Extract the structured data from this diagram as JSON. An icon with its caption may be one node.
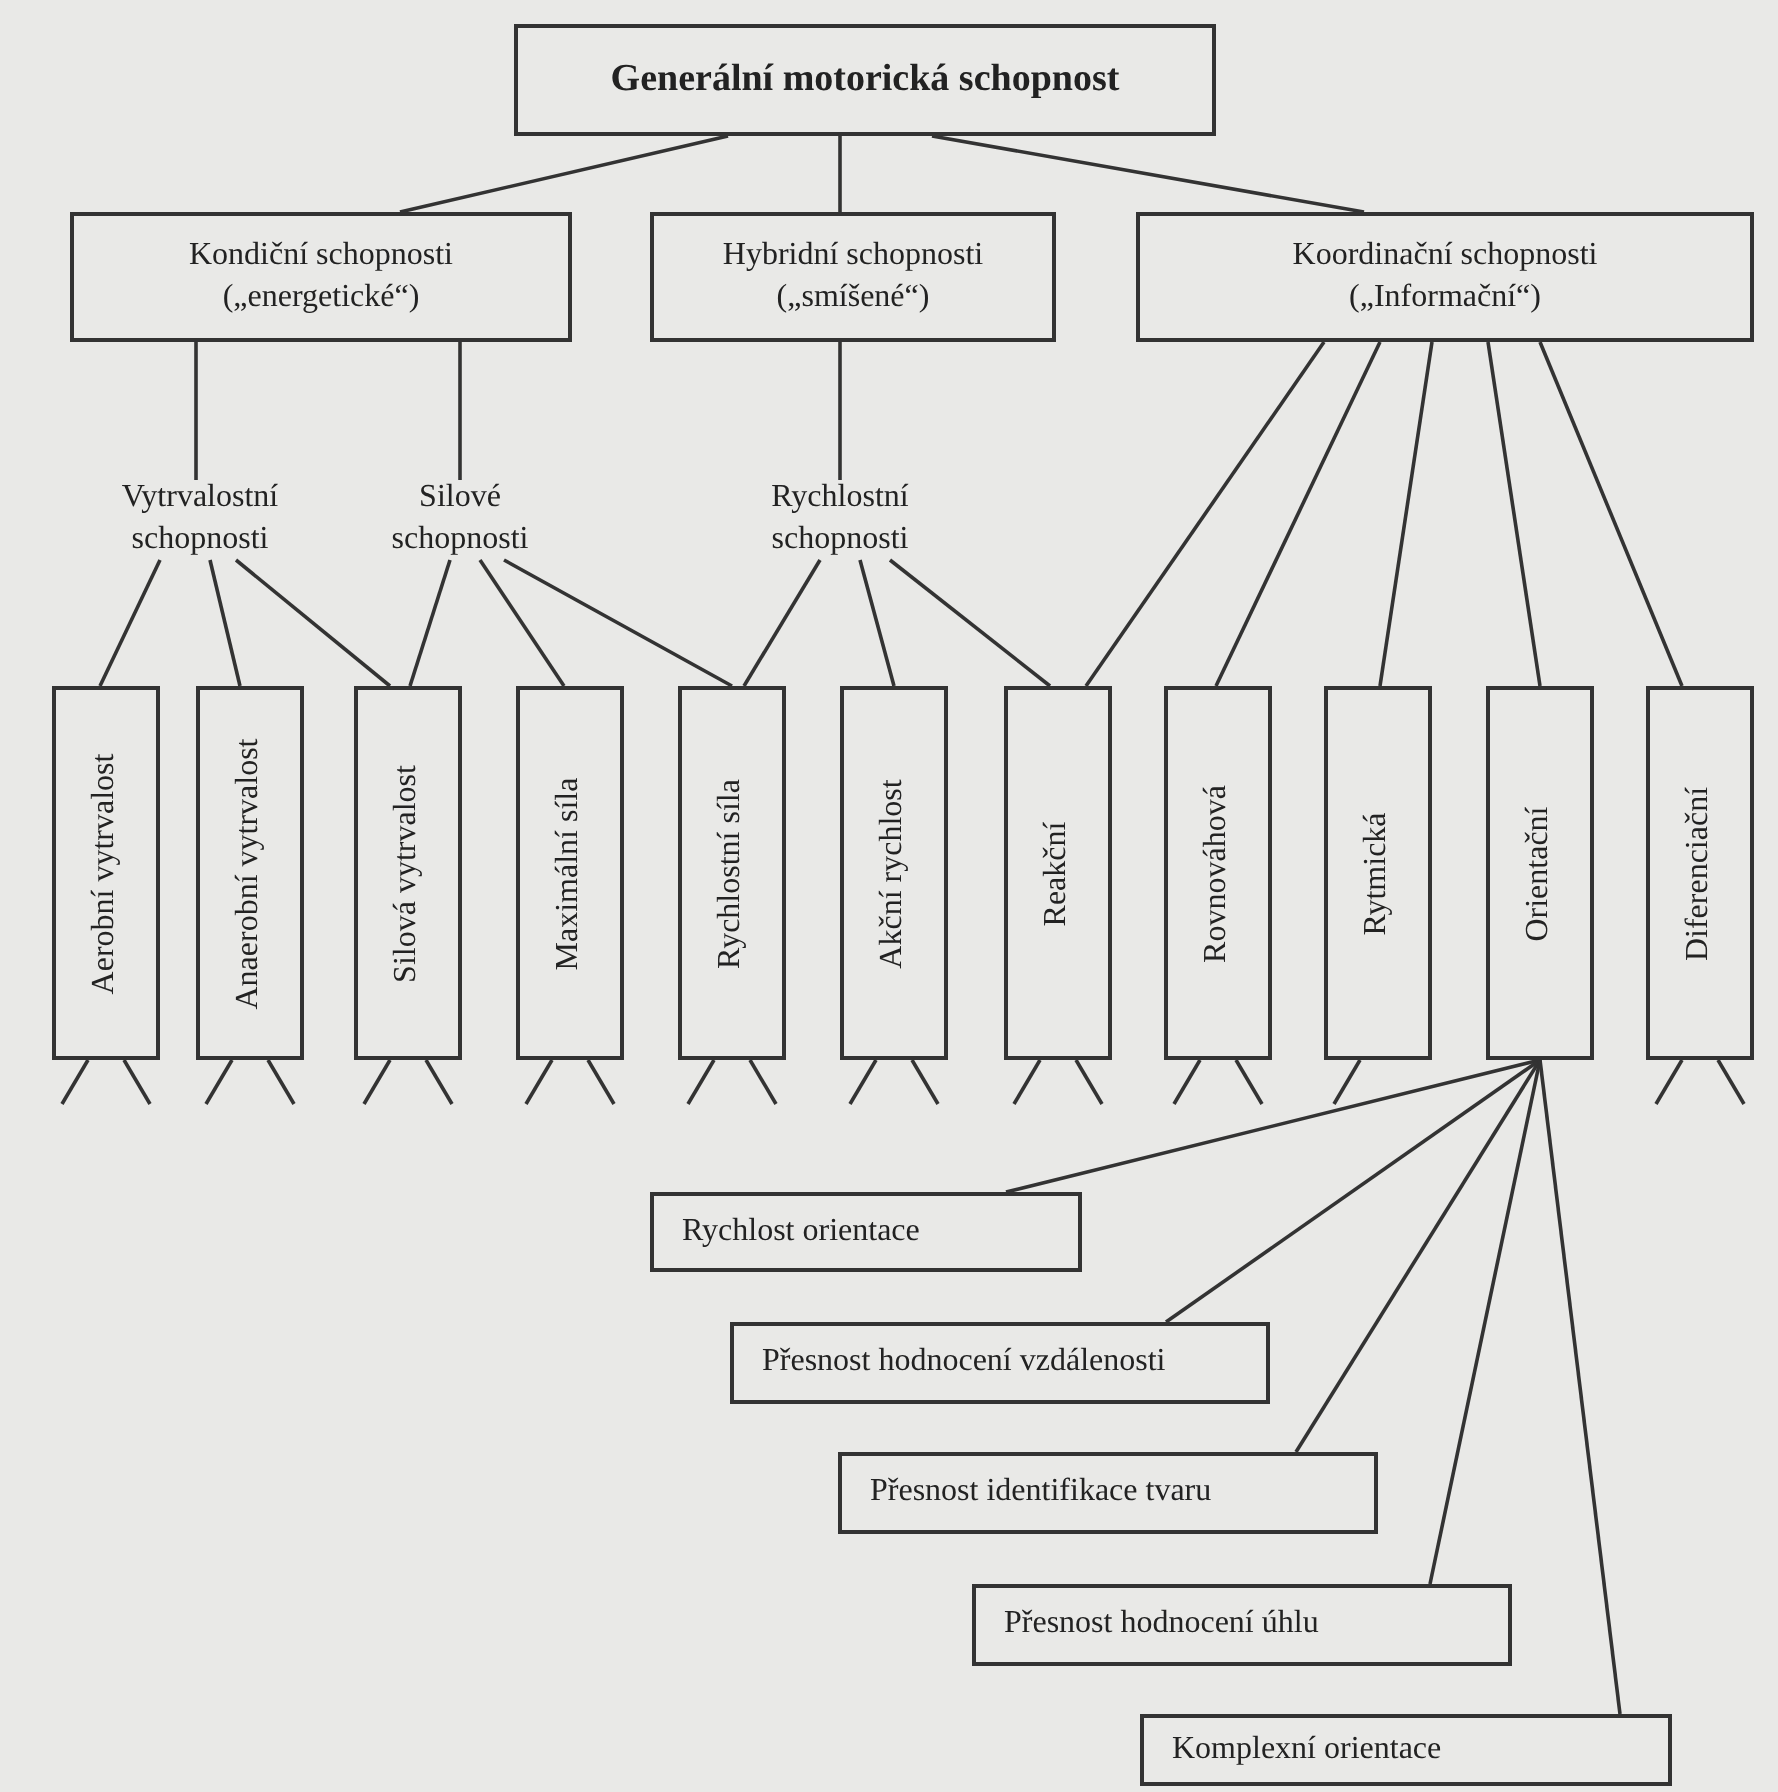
{
  "diagram": {
    "nodes": [
      {
        "text": [
          "Generální motorická schopnost"
        ]
      },
      {
        "text": [
          "Kondiční schopnosti",
          "(„energetické“)"
        ]
      },
      {
        "text": [
          "Hybridní schopnosti",
          "(„smíšené“)"
        ]
      },
      {
        "text": [
          "Koordinační schopnosti",
          "(„Informační“)"
        ]
      },
      {
        "text": [
          "Vytrvalostní schopnosti"
        ]
      },
      {
        "text": [
          "Silové schopnosti"
        ]
      },
      {
        "text": [
          "Rychlostní schopnosti"
        ]
      },
      {
        "text": [
          "Aerobní vytrvalost"
        ]
      },
      {
        "text": [
          "Anaerobní vytrvalost"
        ]
      },
      {
        "text": [
          "Silová vytrvalost"
        ]
      },
      {
        "text": [
          "Maximální síla"
        ]
      },
      {
        "text": [
          "Rychlostní síla"
        ]
      },
      {
        "text": [
          "Akční rychlost"
        ]
      },
      {
        "text": [
          "Reakční"
        ]
      },
      {
        "text": [
          "Rovnováhová"
        ]
      },
      {
        "text": [
          "Rytmická"
        ]
      },
      {
        "text": [
          "Orientační"
        ]
      },
      {
        "text": [
          "Diferenciační"
        ]
      },
      {
        "text": [
          "Rychlost orientace"
        ]
      },
      {
        "text": [
          "Přesnost hodnocení vzdálenosti"
        ]
      },
      {
        "text": [
          "Přesnost identifikace tvaru"
        ]
      },
      {
        "text": [
          "Přesnost hodnocení úhlu"
        ]
      },
      {
        "text": [
          "Komplexní orientace"
        ]
      }
    ],
    "edges": [
      {
        "from": 0,
        "to": 1,
        "arrow": "none"
      },
      {
        "from": 0,
        "to": 2,
        "arrow": "none"
      },
      {
        "from": 0,
        "to": 3,
        "arrow": "none"
      },
      {
        "from": 1,
        "to": 4,
        "arrow": "none"
      },
      {
        "from": 1,
        "to": 5,
        "arrow": "none"
      },
      {
        "from": 2,
        "to": 6,
        "arrow": "none"
      },
      {
        "from": 3,
        "to": 13,
        "arrow": "none"
      },
      {
        "from": 3,
        "to": 14,
        "arrow": "none"
      },
      {
        "from": 3,
        "to": 15,
        "arrow": "none"
      },
      {
        "from": 3,
        "to": 16,
        "arrow": "none"
      },
      {
        "from": 3,
        "to": 17,
        "arrow": "none"
      },
      {
        "from": 4,
        "to": 7,
        "arrow": "none"
      },
      {
        "from": 4,
        "to": 8,
        "arrow": "none"
      },
      {
        "from": 4,
        "to": 9,
        "arrow": "none"
      },
      {
        "from": 5,
        "to": 9,
        "arrow": "none"
      },
      {
        "from": 5,
        "to": 10,
        "arrow": "none"
      },
      {
        "from": 5,
        "to": 11,
        "arrow": "none"
      },
      {
        "from": 6,
        "to": 11,
        "arrow": "none"
      },
      {
        "from": 6,
        "to": 12,
        "arrow": "none"
      },
      {
        "from": 6,
        "to": 13,
        "arrow": "none"
      },
      {
        "from": 16,
        "to": 18,
        "arrow": "none"
      },
      {
        "from": 16,
        "to": 19,
        "arrow": "none"
      },
      {
        "from": 16,
        "to": 20,
        "arrow": "none"
      },
      {
        "from": 16,
        "to": 21,
        "arrow": "none"
      },
      {
        "from": 16,
        "to": 22,
        "arrow": "none"
      },
      {
        "from": 7,
        "to": null,
        "arrow": "none"
      },
      {
        "from": 7,
        "to": null,
        "arrow": "none"
      },
      {
        "from": 8,
        "to": null,
        "arrow": "none"
      },
      {
        "from": 8,
        "to": null,
        "arrow": "none"
      },
      {
        "from": 9,
        "to": null,
        "arrow": "none"
      },
      {
        "from": 9,
        "to": null,
        "arrow": "none"
      },
      {
        "from": 10,
        "to": null,
        "arrow": "none"
      },
      {
        "from": 10,
        "to": null,
        "arrow": "none"
      },
      {
        "from": 11,
        "to": null,
        "arrow": "none"
      },
      {
        "from": 11,
        "to": null,
        "arrow": "none"
      },
      {
        "from": 12,
        "to": null,
        "arrow": "none"
      },
      {
        "from": 12,
        "to": null,
        "arrow": "none"
      },
      {
        "from": 13,
        "to": null,
        "arrow": "none"
      },
      {
        "from": 13,
        "to": null,
        "arrow": "none"
      },
      {
        "from": 14,
        "to": null,
        "arrow": "none"
      },
      {
        "from": 14,
        "to": null,
        "arrow": "none"
      },
      {
        "from": 15,
        "to": null,
        "arrow": "none"
      },
      {
        "from": 17,
        "to": null,
        "arrow": "none"
      },
      {
        "from": 17,
        "to": null,
        "arrow": "none"
      }
    ]
  }
}
